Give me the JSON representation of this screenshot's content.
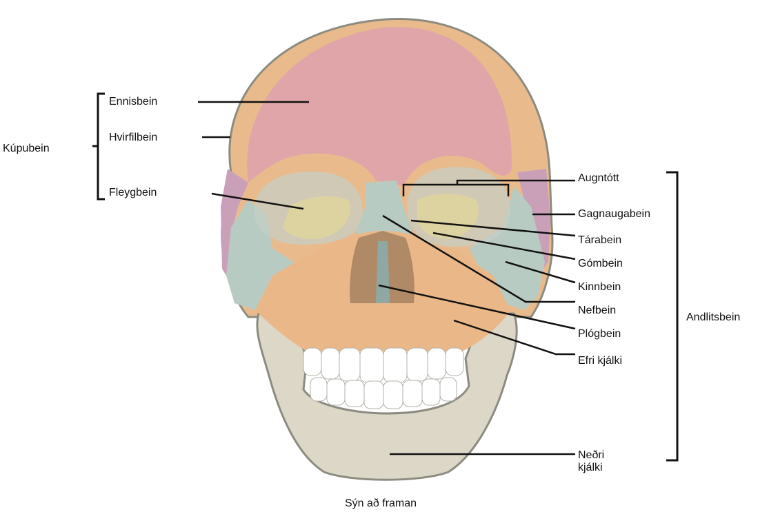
{
  "caption": "Sýn að framan",
  "groups": {
    "cranial": "Kúpubein",
    "facial": "Andlitsbein"
  },
  "labels": {
    "frontal": "Ennisbein",
    "parietal": "Hvirfilbein",
    "sphenoid": "Fleygbein",
    "orbit": "Augntótt",
    "temporal": "Gagnaugabein",
    "lacrimal": "Tárabein",
    "palatine": "Gómbein",
    "zygomatic": "Kinnbein",
    "nasal": "Nefbein",
    "vomer": "Plógbein",
    "maxilla": "Efri kjálki",
    "mandible_line1": "Neðri",
    "mandible_line2": "kjálki"
  },
  "colors": {
    "frontal": "#e0a5a8",
    "parietal": "#e9bb8c",
    "sphenoid": "#ddd3a0",
    "temporal": "#c9a0b8",
    "zygomatic": "#b8cbc3",
    "maxilla": "#eab788",
    "mandible": "#dcd7c7",
    "teeth": "#ffffff",
    "outline": "#8b8b80"
  }
}
